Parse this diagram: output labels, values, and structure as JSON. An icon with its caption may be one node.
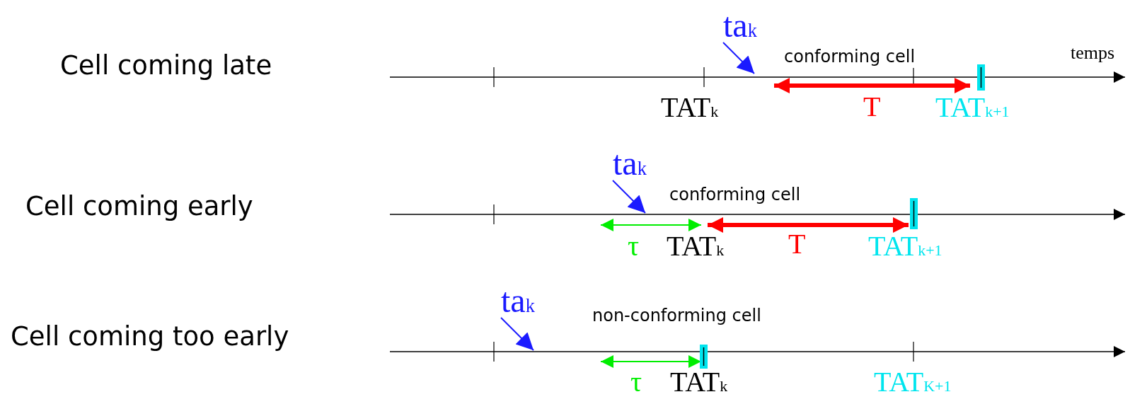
{
  "diagram": {
    "nodes": [
      {
        "text": [
          "ta$_{k}$"
        ]
      },
      {
        "text": [
          "ta$_{k}$"
        ]
      },
      {
        "text": [
          "ta$_{k}$"
        ]
      }
    ],
    "edges": [
      {
        "from": 0,
        "to": null,
        "arrow": "to"
      },
      {
        "from": 1,
        "to": null,
        "arrow": "to"
      },
      {
        "from": 2,
        "to": null,
        "arrow": "to"
      }
    ],
    "labels": [
      "Cell coming late",
      "conforming cell",
      "temps",
      "TAT$_{k}$",
      "T",
      "TAT$_{k+1}$",
      "Cell coming early",
      "conforming cell",
      "τ",
      "TAT$_{k}$",
      "T",
      "TAT$_{k+1}$",
      "Cell coming too early",
      "non-conforming cell",
      "τ",
      "TAT$_{k}$",
      "TAT$_{K+1}$"
    ]
  }
}
